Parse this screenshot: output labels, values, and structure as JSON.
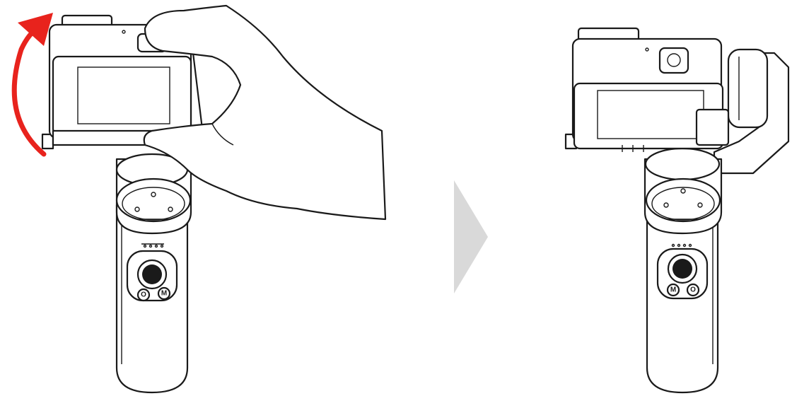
{
  "panels": [
    {
      "step": "before",
      "description_marks": [
        "gimbal-handle",
        "camera",
        "hand",
        "rotation-arrow"
      ],
      "buttons": [
        "O",
        "M"
      ]
    },
    {
      "step": "after",
      "description_marks": [
        "gimbal-handle",
        "camera",
        "gimbal-arm"
      ],
      "buttons": [
        "M",
        "O"
      ]
    }
  ],
  "colors": {
    "arrow": "#e8231d",
    "divider_arrow": "#d9d9d9",
    "line": "#1a1a1a"
  },
  "icons": {
    "rotation_arrow": "curved-arrow-icon",
    "next_step": "triangle-right-icon"
  }
}
